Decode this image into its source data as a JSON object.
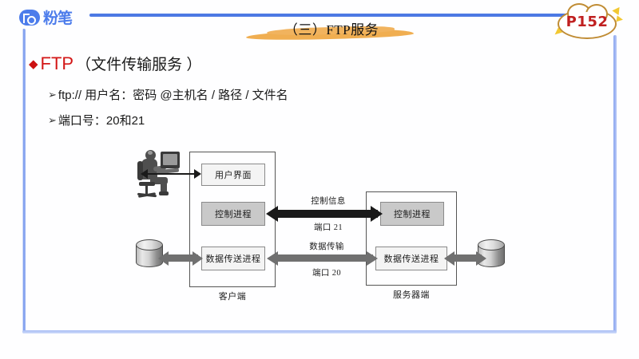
{
  "brand": {
    "logo_text": "粉笔",
    "logo_icon": "fb-logo-icon"
  },
  "header": {
    "title": "（三）FTP服务",
    "page_badge": "P152"
  },
  "content": {
    "heading_bullet": "◆",
    "heading_main": "FTP",
    "heading_paren": "（文件传输服务 ）",
    "bullets": [
      {
        "marker": "➢",
        "text": "ftp:// 用户名：密码 @主机名 / 路径 / 文件名"
      },
      {
        "marker": "➢",
        "text": "端口号：20和21"
      }
    ]
  },
  "diagram": {
    "client": {
      "label": "客户端",
      "boxes": [
        {
          "label": "用户界面",
          "fill": "light"
        },
        {
          "label": "控制进程",
          "fill": "dark"
        },
        {
          "label": "数据传送进程",
          "fill": "light"
        }
      ]
    },
    "server": {
      "label": "服务器端",
      "boxes": [
        {
          "label": "控制进程",
          "fill": "dark"
        },
        {
          "label": "数据传送进程",
          "fill": "light"
        }
      ]
    },
    "links": [
      {
        "name": "control-link",
        "title": "控制信息",
        "port": "端口 21",
        "color": "#1a1a1a"
      },
      {
        "name": "data-link",
        "title": "数据传输",
        "port": "端口 20",
        "color": "#707070"
      }
    ],
    "icons": {
      "user": "user-at-computer-icon",
      "client_disk": "disk-cylinder-icon",
      "server_disk": "disk-cylinder-icon"
    }
  },
  "colors": {
    "brand_blue": "#4c7ceb",
    "rule_blue": "#4c79e4",
    "accent_red": "#d31616",
    "badge_red": "#c02020",
    "brush_orange": "#efa843",
    "cloud_outline": "#c08c34",
    "spark_yellow": "#f2c832"
  }
}
